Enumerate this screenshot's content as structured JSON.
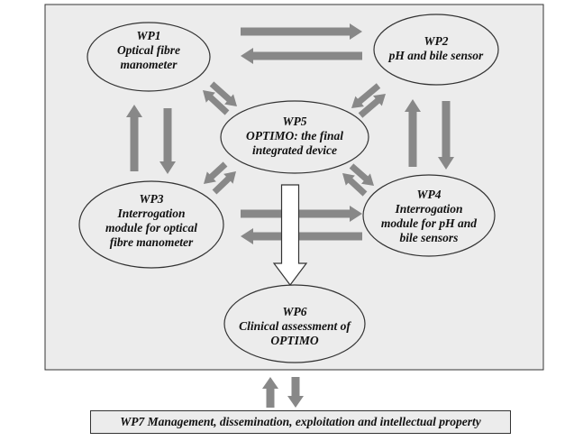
{
  "colors": {
    "panel_fill": "#ececec",
    "arrow_fill": "#888888",
    "outline": "#333333",
    "central_arrow_fill": "#ffffff"
  },
  "nodes": {
    "wp1": {
      "title": "WP1",
      "lines": [
        "Optical fibre",
        "manometer"
      ]
    },
    "wp2": {
      "title": "WP2",
      "lines": [
        "pH and bile sensor"
      ]
    },
    "wp5": {
      "title": "WP5",
      "lines": [
        "OPTIMO: the final",
        "integrated device"
      ]
    },
    "wp3": {
      "title": "WP3",
      "lines": [
        "Interrogation",
        "module for optical",
        "fibre manometer"
      ]
    },
    "wp4": {
      "title": "WP4",
      "lines": [
        "Interrogation",
        "module for pH and",
        "bile sensors"
      ]
    },
    "wp6": {
      "title": "WP6",
      "lines": [
        "Clinical assessment of",
        "OPTIMO"
      ]
    }
  },
  "wp7": {
    "label": "WP7 Management, dissemination, exploitation and intellectual property"
  }
}
